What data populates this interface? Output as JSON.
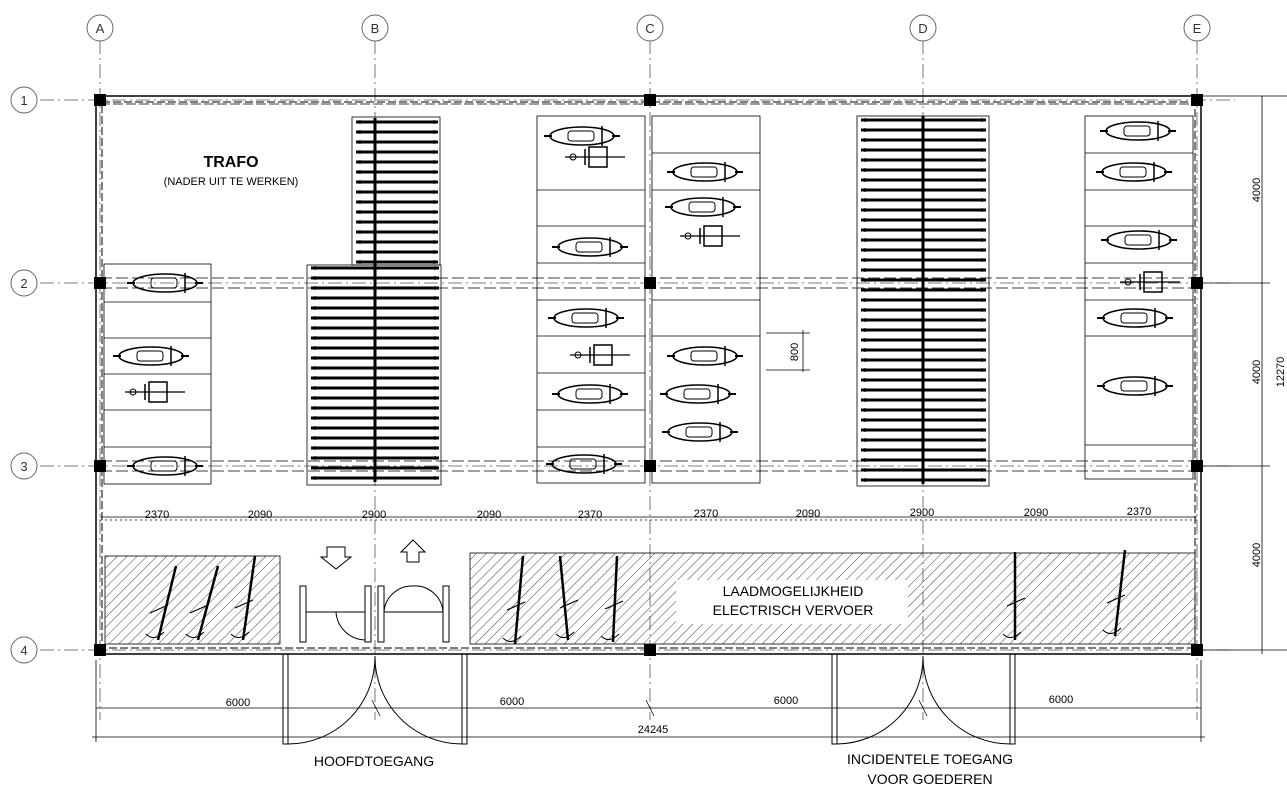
{
  "grid": {
    "columns": [
      "A",
      "B",
      "C",
      "D",
      "E"
    ],
    "rows": [
      "1",
      "2",
      "3",
      "4"
    ]
  },
  "labels": {
    "trafo_title": "TRAFO",
    "trafo_note": "(NADER UIT TE WERKEN)",
    "charging_line1": "LAADMOGELIJKHEID",
    "charging_line2": "ELECTRISCH VERVOER",
    "main_entrance": "HOOFDTOEGANG",
    "goods_entrance_line1": "INCIDENTELE TOEGANG",
    "goods_entrance_line2": "VOOR GOEDEREN"
  },
  "dimensions": {
    "row_widths": [
      "2370",
      "2090",
      "2900",
      "2090",
      "2370",
      "2370",
      "2090",
      "2900",
      "2090",
      "2370"
    ],
    "bay_widths": [
      "6000",
      "6000",
      "6000",
      "6000"
    ],
    "total_width": "24245",
    "right_bays": [
      "4000",
      "4000",
      "4000"
    ],
    "total_height": "12270",
    "stall_width": "800"
  },
  "colors": {
    "line": "#000000",
    "grid_line": "#555555",
    "hatch": "#444444"
  }
}
